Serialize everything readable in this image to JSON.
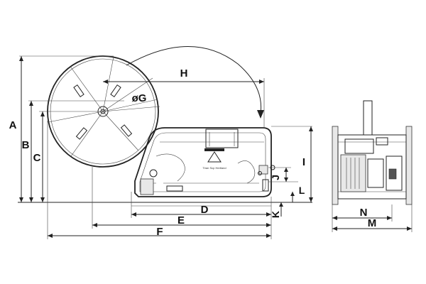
{
  "labels": {
    "A": "A",
    "B": "B",
    "C": "C",
    "D": "D",
    "E": "E",
    "F": "F",
    "G": "øG",
    "H": "H",
    "I": "I",
    "J": "J",
    "K": "K",
    "L": "L",
    "M": "M",
    "N": "N"
  },
  "logo_caption": "Tiran Scp Hertland"
}
